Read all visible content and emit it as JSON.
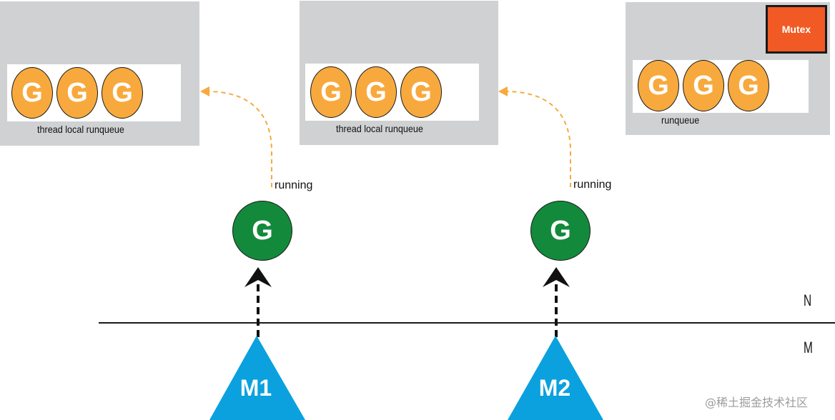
{
  "processors": [
    {
      "queue_label": "thread local runqueue",
      "queued": [
        "G",
        "G",
        "G"
      ],
      "running_label": "running",
      "running_goroutine": "G",
      "machine": "M1"
    },
    {
      "queue_label": "thread local runqueue",
      "queued": [
        "G",
        "G",
        "G"
      ],
      "running_label": "running",
      "running_goroutine": "G",
      "machine": "M2"
    }
  ],
  "global_queue": {
    "label": "runqueue",
    "lock_label": "Mutex",
    "queued": [
      "G",
      "G",
      "G"
    ]
  },
  "layers": {
    "upper": "N",
    "lower": "M"
  },
  "watermark": "@稀土掘金技术社区",
  "colors": {
    "queued_goroutine": "#f8a93d",
    "running_goroutine": "#138a3b",
    "machine": "#0aa1de",
    "mutex": "#f15a24",
    "panel": "#d0d1d3",
    "handoff_arrow": "#f8a93d"
  }
}
